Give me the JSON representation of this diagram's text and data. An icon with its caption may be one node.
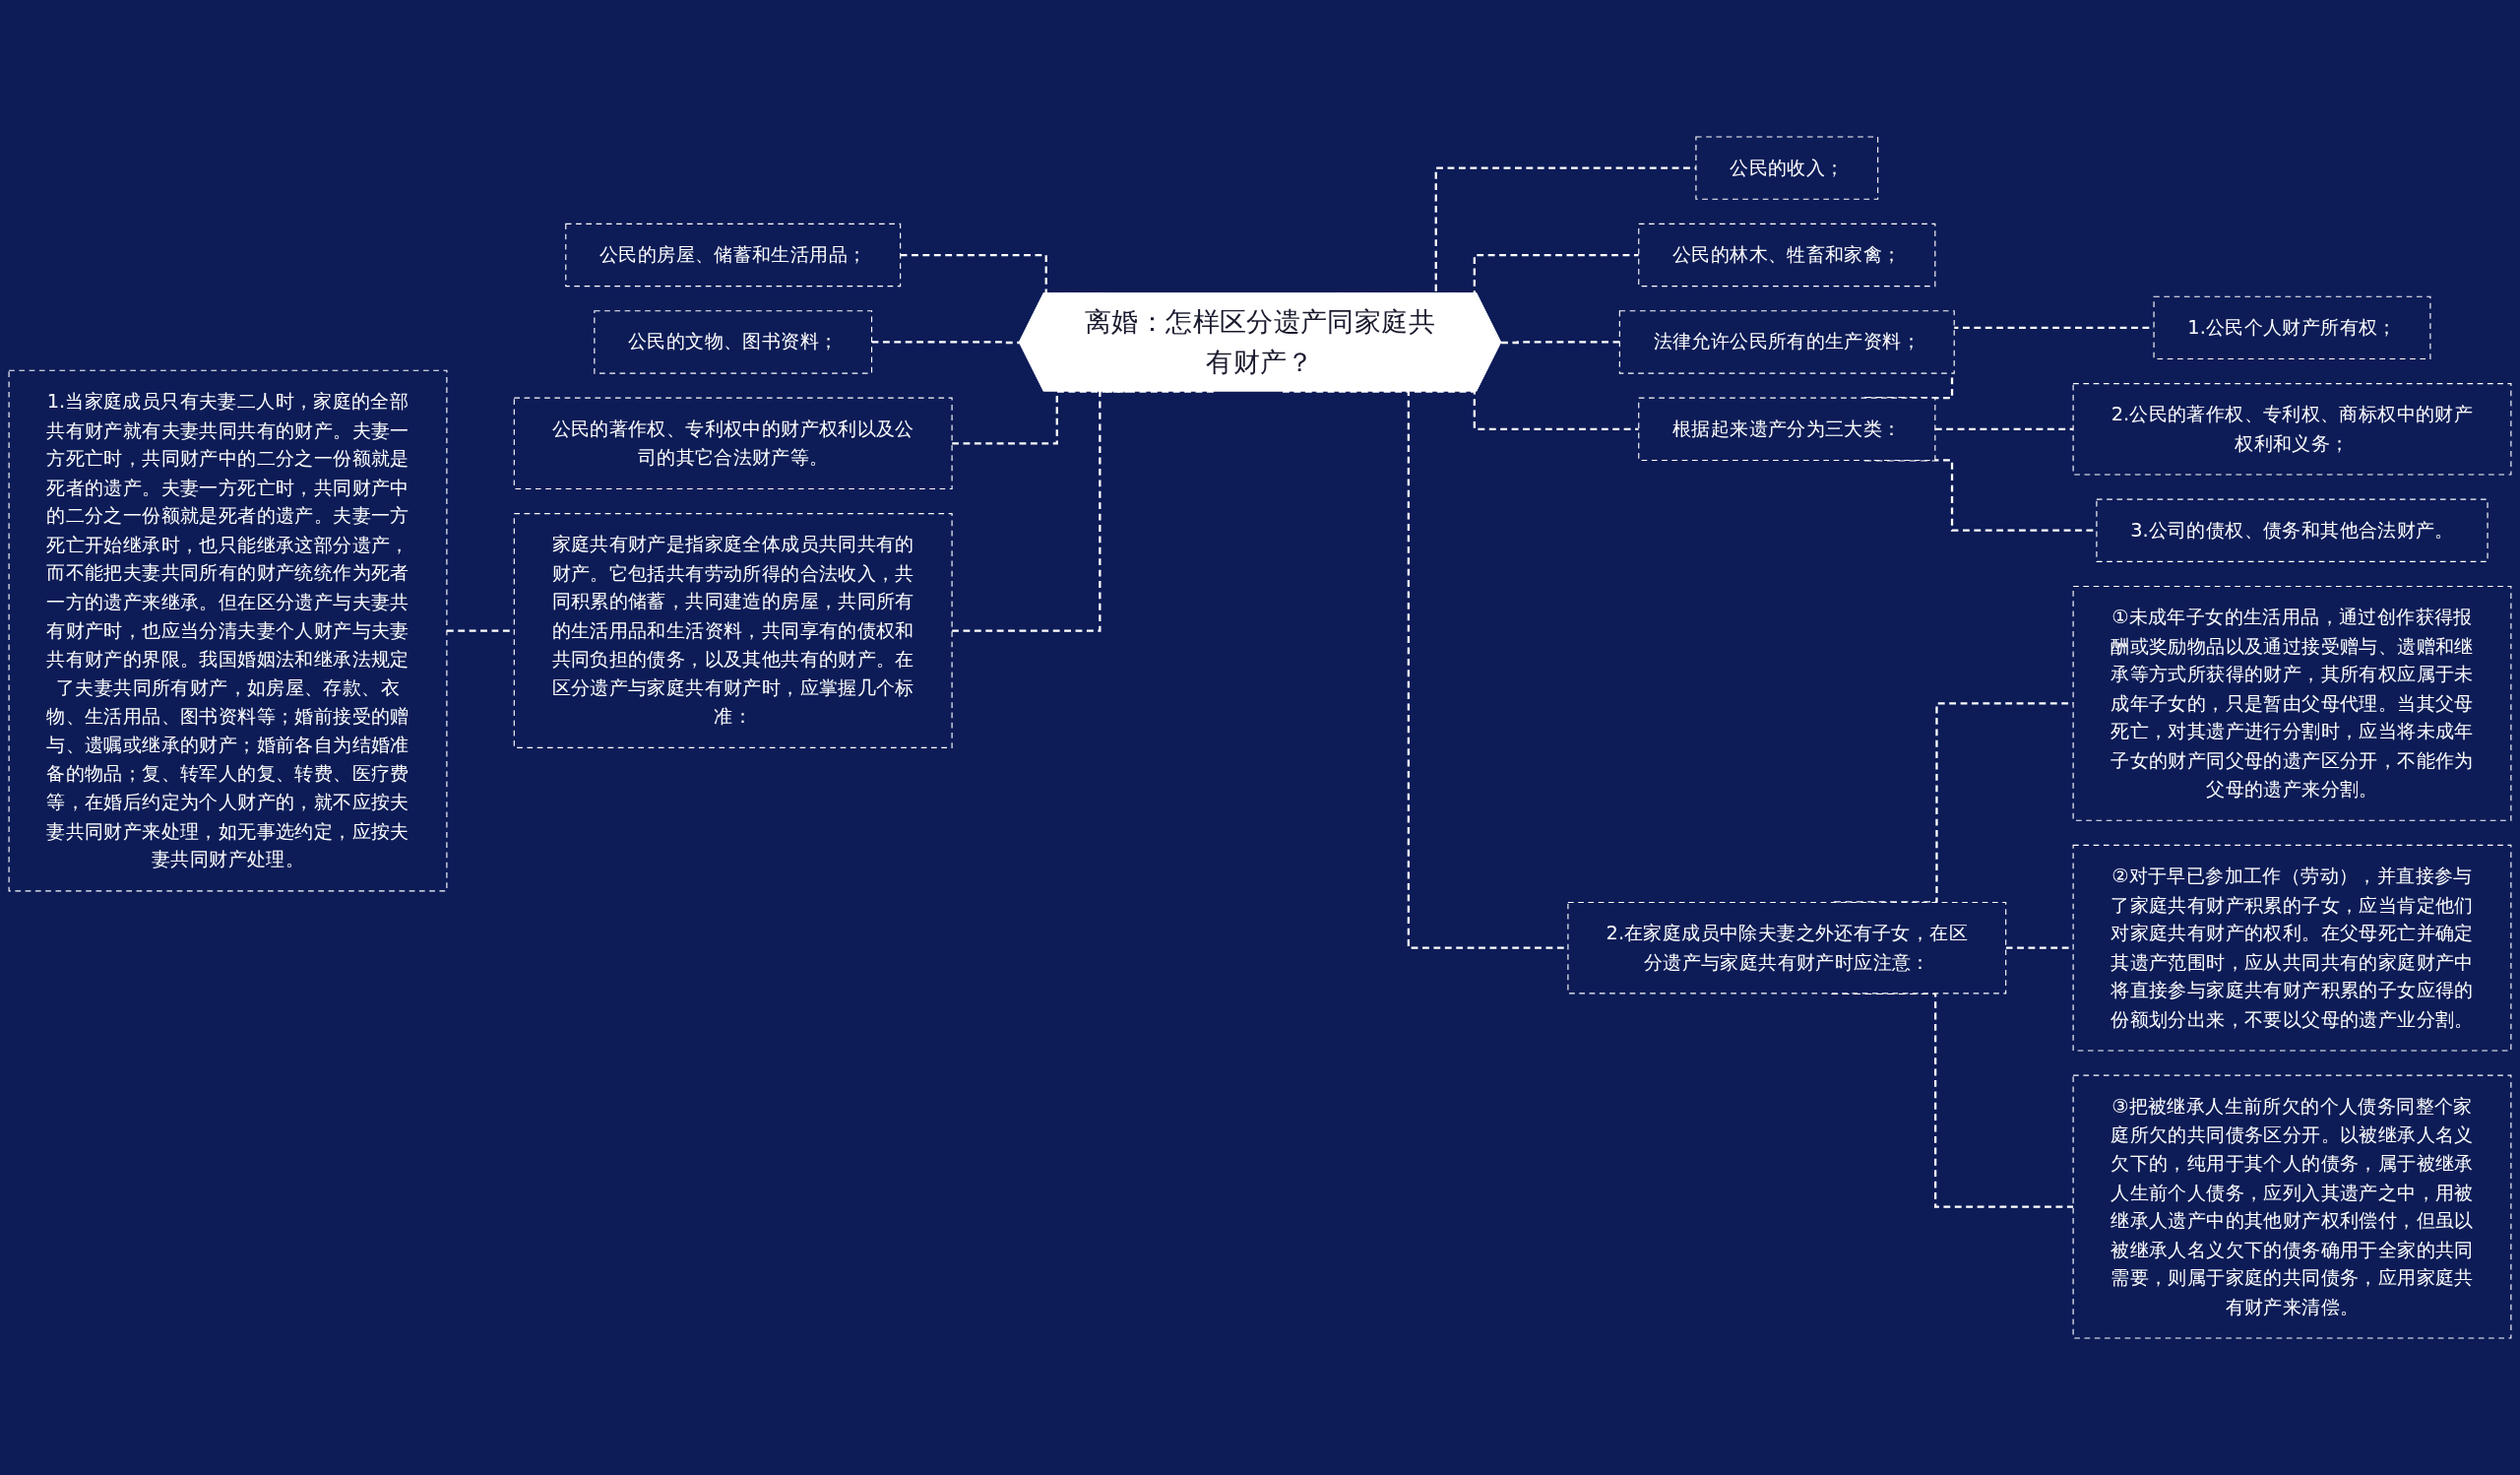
{
  "diagram": {
    "nodes": [
      {
        "text": [
          "离婚：怎样区分遗产同家庭共有财产？"
        ]
      },
      {
        "text": [
          "公民的房屋、储蓄和生活用品；"
        ]
      },
      {
        "text": [
          "公民的文物、图书资料；"
        ]
      },
      {
        "text": [
          "公民的著作权、专利权中的财产权利以及公司的其它合法财产等。"
        ]
      },
      {
        "text": [
          "家庭共有财产是指家庭全体成员共同共有的财产。它包括共有劳动所得的合法收入，共同积累的储蓄，共同建造的房屋，共同所有的生活用品和生活资料，共同享有的债权和共同负担的债务，以及其他共有的财产。在区分遗产与家庭共有财产时，应掌握几个标准："
        ]
      },
      {
        "text": [
          "1.当家庭成员只有夫妻二人时，家庭的全部共有财产就有夫妻共同共有的财产。夫妻一方死亡时，共同财产中的二分之一份额就是死者的遗产。夫妻一方死亡时，共同财产中的二分之一份额就是死者的遗产。夫妻一方死亡开始继承时，也只能继承这部分遗产，而不能把夫妻共同所有的财产统统作为死者一方的遗产来继承。但在区分遗产与夫妻共有财产时，也应当分清夫妻个人财产与夫妻共有财产的界限。我国婚姻法和继承法规定了夫妻共同所有财产，如房屋、存款、衣物、生活用品、图书资料等；婚前接受的赠与、遗嘱或继承的财产；婚前各自为结婚准备的物品；复、转军人的复、转费、医疗费等，在婚后约定为个人财产的，就不应按夫妻共同财产来处理，如无事选约定，应按夫妻共同财产处理。"
        ]
      },
      {
        "text": [
          "公民的收入；"
        ]
      },
      {
        "text": [
          "公民的林木、牲畜和家禽；"
        ]
      },
      {
        "text": [
          "法律允许公民所有的生产资料；"
        ]
      },
      {
        "text": [
          "根据起来遗产分为三大类："
        ]
      },
      {
        "text": [
          "1.公民个人财产所有权；"
        ]
      },
      {
        "text": [
          "2.公民的著作权、专利权、商标权中的财产权利和义务；"
        ]
      },
      {
        "text": [
          "3.公司的债权、债务和其他合法财产。"
        ]
      },
      {
        "text": [
          "2.在家庭成员中除夫妻之外还有子女，在区分遗产与家庭共有财产时应注意："
        ]
      },
      {
        "text": [
          "①未成年子女的生活用品，通过创作获得报酬或奖励物品以及通过接受赠与、遗赠和继承等方式所获得的财产，其所有权应属于未成年子女的，只是暂由父母代理。当其父母死亡，对其遗产进行分割时，应当将未成年子女的财产同父母的遗产区分开，不能作为父母的遗产来分割。"
        ]
      },
      {
        "text": [
          "②对于早已参加工作（劳动），并直接参与了家庭共有财产积累的子女，应当肯定他们对家庭共有财产的权利。在父母死亡并确定其遗产范围时，应从共同共有的家庭财产中将直接参与家庭共有财产积累的子女应得的份额划分出来，不要以父母的遗产业分割。"
        ]
      },
      {
        "text": [
          "③把被继承人生前所欠的个人债务同整个家庭所欠的共同债务区分开。以被继承人名义欠下的，纯用于其个人的债务，属于被继承人生前个人债务，应列入其遗产之中，用被继承人遗产中的其他财产权利偿付，但虽以被继承人名义欠下的债务确用于全家的共同需要，则属于家庭的共同债务，应用家庭共有财产来清偿。"
        ]
      }
    ],
    "edges": [
      {
        "from": 1,
        "to": 0,
        "arrow": "none",
        "style": "dashed"
      },
      {
        "from": 2,
        "to": 0,
        "arrow": "none",
        "style": "dashed"
      },
      {
        "from": 3,
        "to": 0,
        "arrow": "none",
        "style": "dashed"
      },
      {
        "from": 4,
        "to": 0,
        "arrow": "none",
        "style": "dashed"
      },
      {
        "from": 5,
        "to": 4,
        "arrow": "none",
        "style": "dashed"
      },
      {
        "from": 0,
        "to": 6,
        "arrow": "none",
        "style": "dashed"
      },
      {
        "from": 0,
        "to": 7,
        "arrow": "none",
        "style": "dashed"
      },
      {
        "from": 0,
        "to": 8,
        "arrow": "none",
        "style": "dashed"
      },
      {
        "from": 0,
        "to": 9,
        "arrow": "none",
        "style": "dashed"
      },
      {
        "from": 9,
        "to": 10,
        "arrow": "none",
        "style": "dashed"
      },
      {
        "from": 9,
        "to": 11,
        "arrow": "none",
        "style": "dashed"
      },
      {
        "from": 9,
        "to": 12,
        "arrow": "none",
        "style": "dashed"
      },
      {
        "from": 0,
        "to": 13,
        "arrow": "none",
        "style": "dashed"
      },
      {
        "from": 13,
        "to": 14,
        "arrow": "none",
        "style": "dashed"
      },
      {
        "from": 13,
        "to": 15,
        "arrow": "none",
        "style": "dashed"
      },
      {
        "from": 13,
        "to": 16,
        "arrow": "none",
        "style": "dashed"
      }
    ]
  }
}
